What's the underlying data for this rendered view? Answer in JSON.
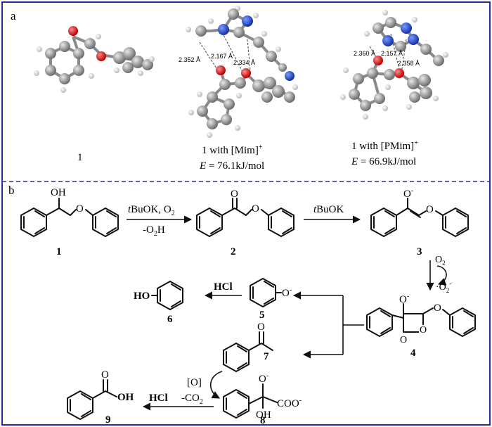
{
  "panel_a": {
    "label": "a",
    "structure_1_label": "1",
    "mim": {
      "title": "1 with [Mim]",
      "charge": "+",
      "energy_var": "E",
      "energy_value": " = 76.1kJ/mol",
      "distances": [
        "2.352 Å",
        "2.167 Å",
        "2.334 Å"
      ]
    },
    "pmim": {
      "title": "1 with [PMim]",
      "charge": "+",
      "energy_var": "E",
      "energy_value": " = 66.9kJ/mol",
      "distances": [
        "2.360 Å",
        "2.157 Å",
        "2.358 Å"
      ]
    }
  },
  "panel_b": {
    "label": "b",
    "compounds": [
      "1",
      "2",
      "3",
      "4",
      "5",
      "6",
      "7",
      "8",
      "9"
    ],
    "atoms": {
      "OH": "OH",
      "O": "O",
      "HO": "HO",
      "Ominus_O": "O",
      "minus": "-",
      "COO": "COO",
      "OH2": "OH"
    },
    "step1_reagents": {
      "italic": "t",
      "rest": "BuOK, O",
      "sub": "2"
    },
    "step1_product": {
      "prefix": "-O",
      "sub": "2",
      "suffix": "H"
    },
    "step2_reagent": {
      "italic": "t",
      "rest": "BuOK"
    },
    "step3_o2": {
      "main": "O",
      "sub": "2"
    },
    "step3_superoxide": {
      "main": "·O",
      "sub": "2",
      "sup": "-"
    },
    "hcl_1": "HCl",
    "hcl_2": "HCl",
    "oxidation": "[O]",
    "decarb": {
      "prefix": "-CO",
      "sub": "2"
    }
  }
}
